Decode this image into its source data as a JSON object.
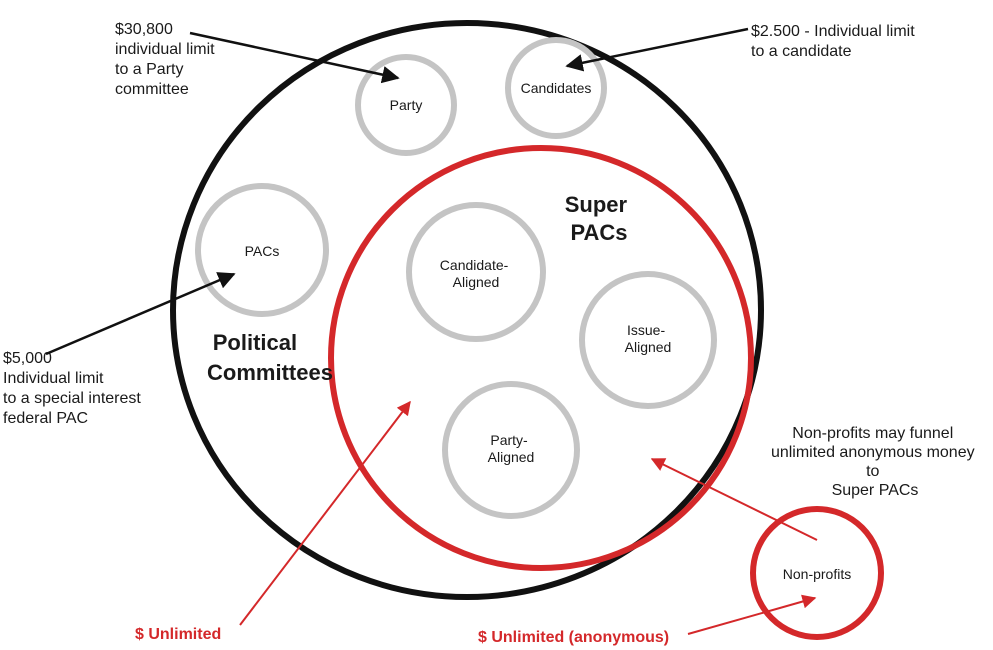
{
  "colors": {
    "outer_circle": "#111111",
    "super_pac_circle": "#d4282a",
    "inner_circle": "#c4c4c4",
    "arrow_black": "#111111",
    "arrow_red": "#d4282a"
  },
  "circles": {
    "party": "Party",
    "candidates": "Candidates",
    "pacs": "PACs",
    "candidate_aligned": [
      "Candidate-",
      "Aligned"
    ],
    "issue_aligned": [
      "Issue-",
      "Aligned"
    ],
    "party_aligned": [
      "Party-",
      "Aligned"
    ],
    "non_profits": "Non-profits"
  },
  "titles": {
    "super_pacs": [
      "Super",
      "PACs"
    ],
    "political_committees": [
      "Political",
      "Committees"
    ]
  },
  "annotations": {
    "party_limit": [
      "$30,800",
      "individual limit",
      "to a Party",
      "committee"
    ],
    "candidate_limit": [
      "$2.500 - Individual limit",
      "to a candidate"
    ],
    "pac_limit": [
      "$5,000",
      "Individual limit",
      "to a special interest",
      "federal PAC"
    ],
    "non_profit_note": [
      "Non-profits may funnel",
      "unlimited anonymous money",
      "to",
      "Super PACs"
    ],
    "unlimited": "$ Unlimited",
    "unlimited_anonymous": "$ Unlimited (anonymous)"
  }
}
